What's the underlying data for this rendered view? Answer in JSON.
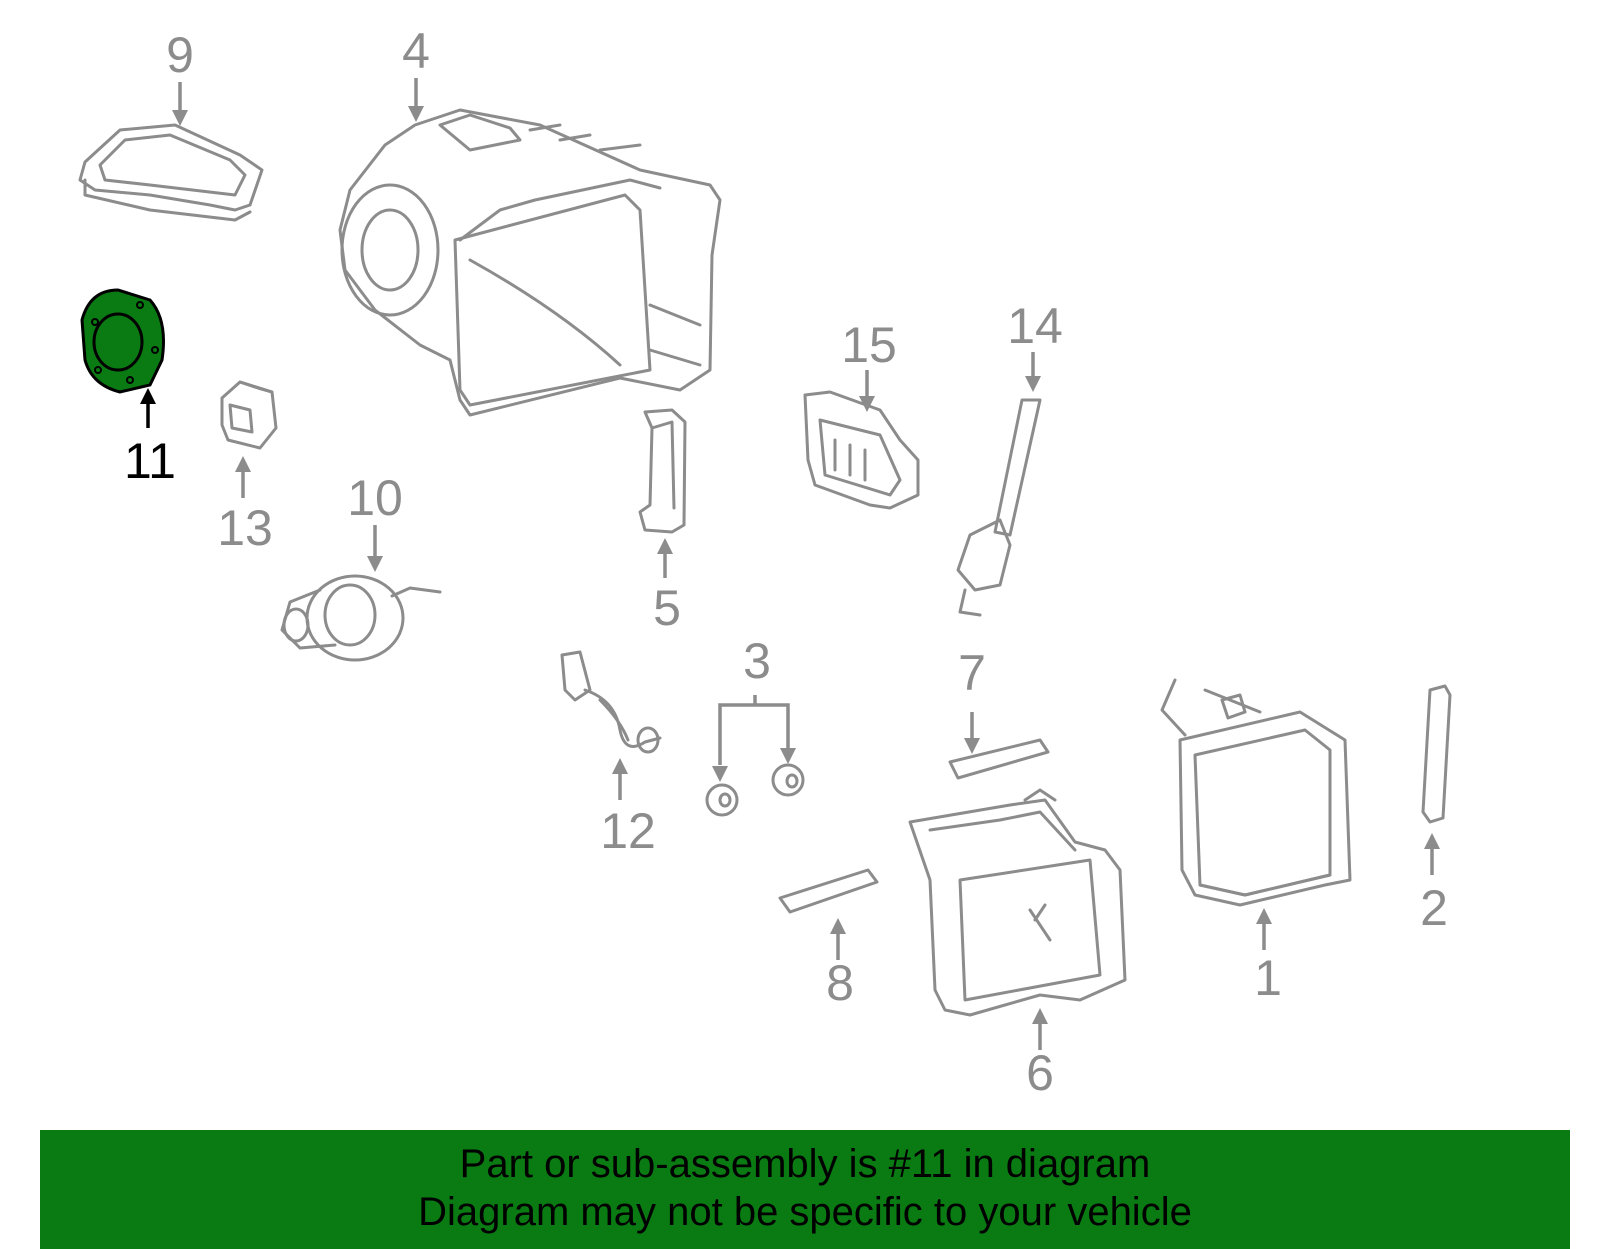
{
  "callouts": {
    "c1": "1",
    "c2": "2",
    "c3": "3",
    "c4": "4",
    "c5": "5",
    "c6": "6",
    "c7": "7",
    "c8": "8",
    "c9": "9",
    "c10": "10",
    "c11": "11",
    "c12": "12",
    "c13": "13",
    "c14": "14",
    "c15": "15"
  },
  "highlight_part": "11",
  "colors": {
    "banner": "#0a7a12",
    "highlight_fill": "#0a7a12",
    "part_stroke": "#8c8c8c"
  },
  "banner": {
    "line1": "Part or sub-assembly is #11 in diagram",
    "line2": "Diagram may not be specific to your vehicle"
  }
}
